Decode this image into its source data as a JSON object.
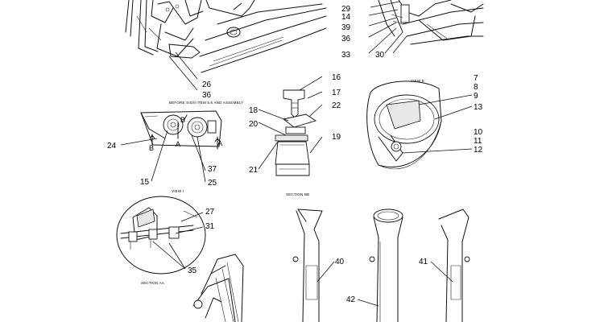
{
  "view_labels": {
    "view_e": "VIEW E",
    "view_i": "VIEW I",
    "before_sign": "BEFORE SIGN ITEM 5,5 AND ASSEMBLY",
    "section_bb": "SECTION BB",
    "section_aa": "SECTION AA"
  },
  "section_letters": {
    "a_top": "A",
    "a_bottom": "A",
    "b_top": "B",
    "b_bottom": "B"
  },
  "callouts": {
    "c26": "26",
    "c36a": "36",
    "c29": "29",
    "c14": "14",
    "c39": "39",
    "c36b": "36",
    "c33": "33",
    "c30": "30",
    "c16": "16",
    "c17": "17",
    "c18": "18",
    "c22": "22",
    "c20": "20",
    "c19": "19",
    "c21": "21",
    "c7": "7",
    "c8": "8",
    "c9": "9",
    "c13": "13",
    "c10": "10",
    "c11": "11",
    "c12": "12",
    "c24": "24",
    "c15": "15",
    "c37": "37",
    "c25": "25",
    "c27": "27",
    "c31": "31",
    "c35": "35",
    "c40": "40",
    "c41": "41",
    "c42": "42"
  }
}
